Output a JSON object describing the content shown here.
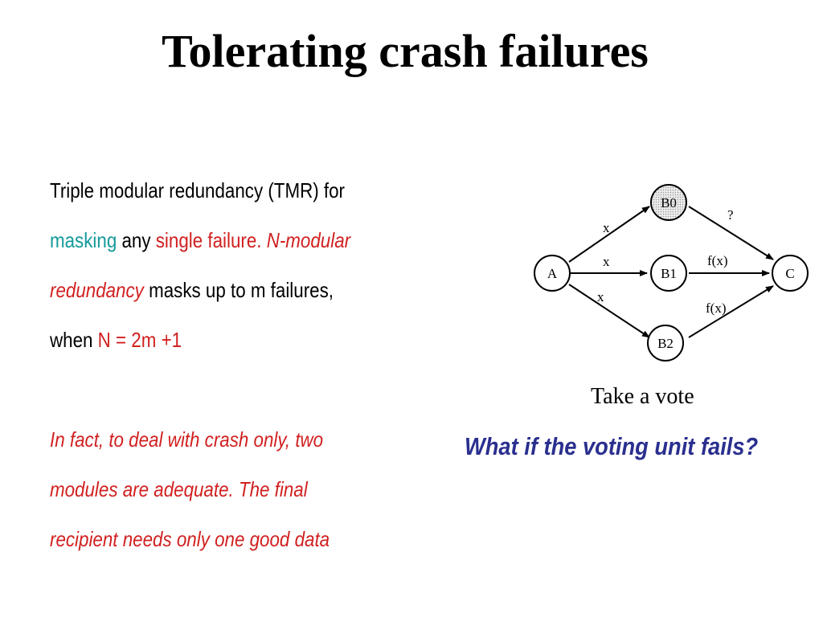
{
  "slide": {
    "title": "Tolerating crash failures"
  },
  "text_block": {
    "p1_a": "Triple modular redundancy (TMR) for",
    "p1_b_teal": "masking",
    "p1_b_black": " any ",
    "p1_b_red": "single failure. ",
    "p1_b_red_italic": "N-modular",
    "p1_c_red_italic": "redundancy",
    "p1_c_black": " masks up to m failures,",
    "p1_d_black": "when ",
    "p1_d_red": "N = 2m +1",
    "p2_l1": "In fact, to deal with crash only, two",
    "p2_l2": "modules are adequate. The final",
    "p2_l3": "recipient  needs only one good data"
  },
  "diagram": {
    "nodes": {
      "A": "A",
      "B0": "B0",
      "B1": "B1",
      "B2": "B2",
      "C": "C"
    },
    "edge_labels": {
      "a_b0": "x",
      "a_b1": "x",
      "a_b2": "x",
      "b0_c": "?",
      "b1_c": "f(x)",
      "b2_c": "f(x)"
    },
    "failed_node": "B0"
  },
  "caption": "Take a vote",
  "question": "What if the voting unit fails?",
  "colors": {
    "teal": "#159a9a",
    "red": "#d12020",
    "question_blue": "#2a2f8f"
  }
}
